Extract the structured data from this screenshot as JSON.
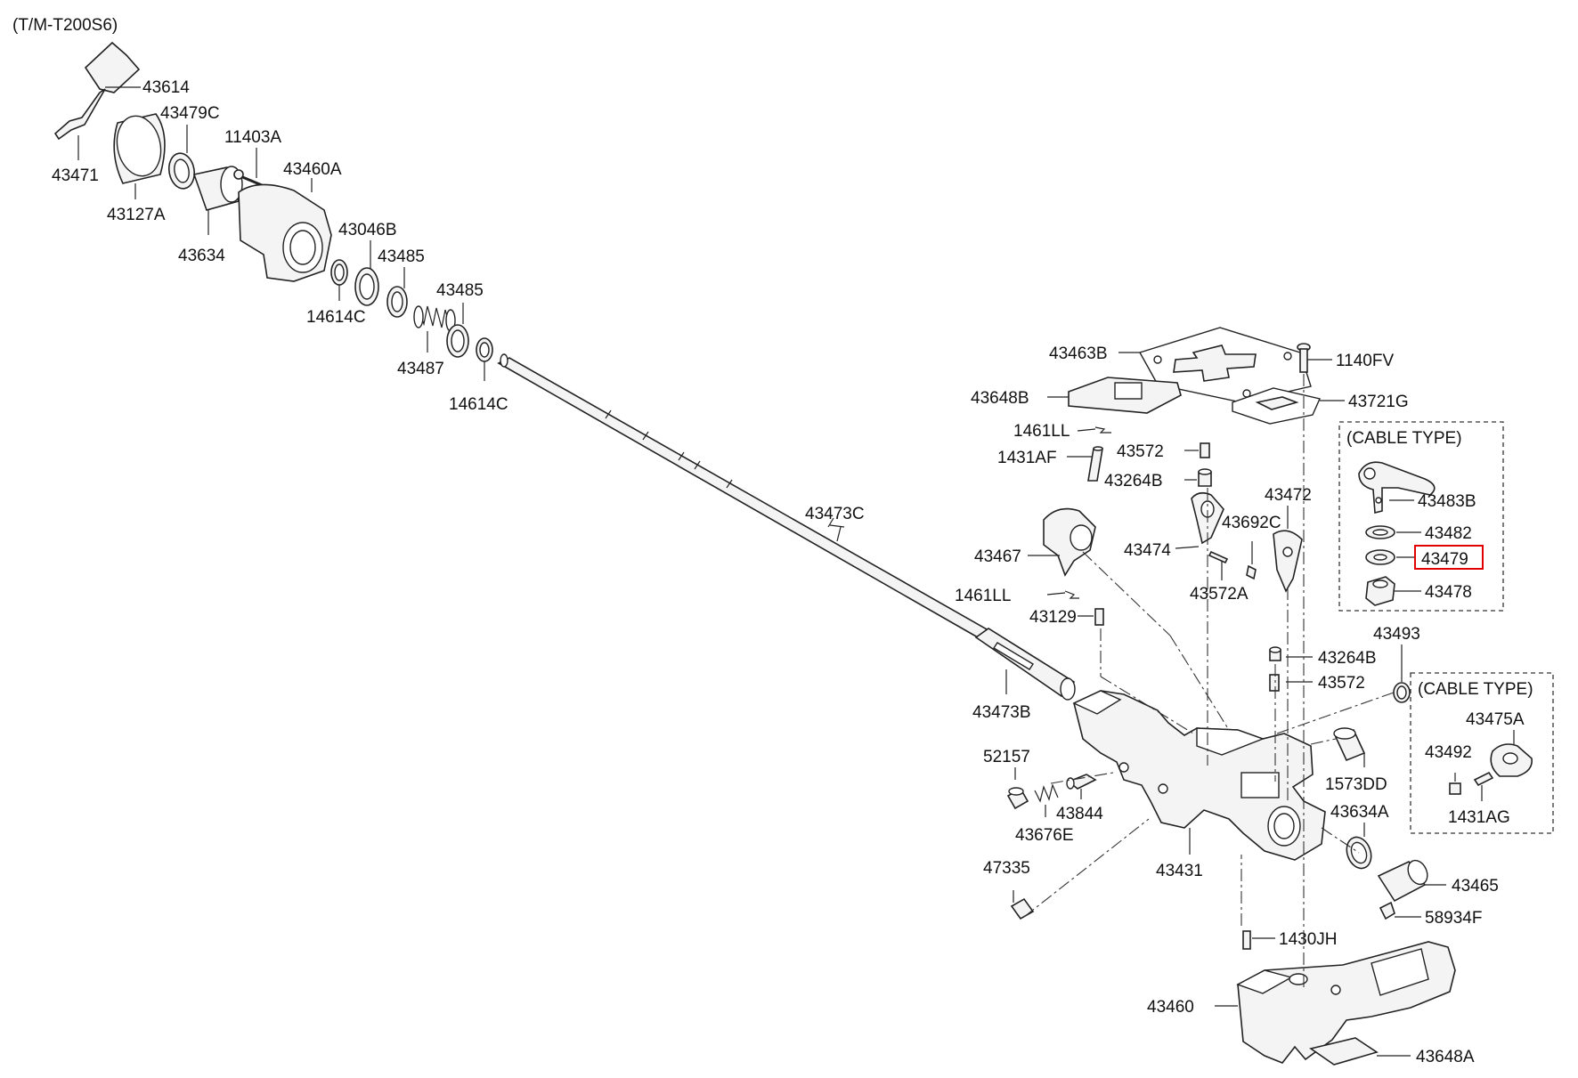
{
  "diagram": {
    "header": "(T/M-T200S6)",
    "cable_type_label": "(CABLE TYPE)",
    "highlighted_part": "43479",
    "highlight_color": "#e00000",
    "parts": {
      "p43614": "43614",
      "p43479C": "43479C",
      "p11403A": "11403A",
      "p43460A": "43460A",
      "p43471": "43471",
      "p43127A": "43127A",
      "p43634": "43634",
      "p43046B": "43046B",
      "p43485a": "43485",
      "p43485b": "43485",
      "p14614Ca": "14614C",
      "p14614Cb": "14614C",
      "p43487": "43487",
      "p43463B": "43463B",
      "p1140FV": "1140FV",
      "p43648B": "43648B",
      "p43721G": "43721G",
      "p1461LLa": "1461LL",
      "p1461LLb": "1461LL",
      "p1431AF": "1431AF",
      "p43572a": "43572",
      "p43572b": "43572",
      "p43264Ba": "43264B",
      "p43264Bb": "43264B",
      "p43472": "43472",
      "p43473C": "43473C",
      "p43692C": "43692C",
      "p43467": "43467",
      "p43474": "43474",
      "p43572A": "43572A",
      "p43129": "43129",
      "p43483B": "43483B",
      "p43482": "43482",
      "p43479": "43479",
      "p43478": "43478",
      "p43493": "43493",
      "p43473B": "43473B",
      "p43475A": "43475A",
      "p43492": "43492",
      "p1431AG": "1431AG",
      "p52157": "52157",
      "p1573DD": "1573DD",
      "p43634A": "43634A",
      "p43844": "43844",
      "p43676E": "43676E",
      "p43431": "43431",
      "p47335": "47335",
      "p43465": "43465",
      "p58934F": "58934F",
      "p1430JH": "1430JH",
      "p43460": "43460",
      "p43648A": "43648A"
    }
  }
}
